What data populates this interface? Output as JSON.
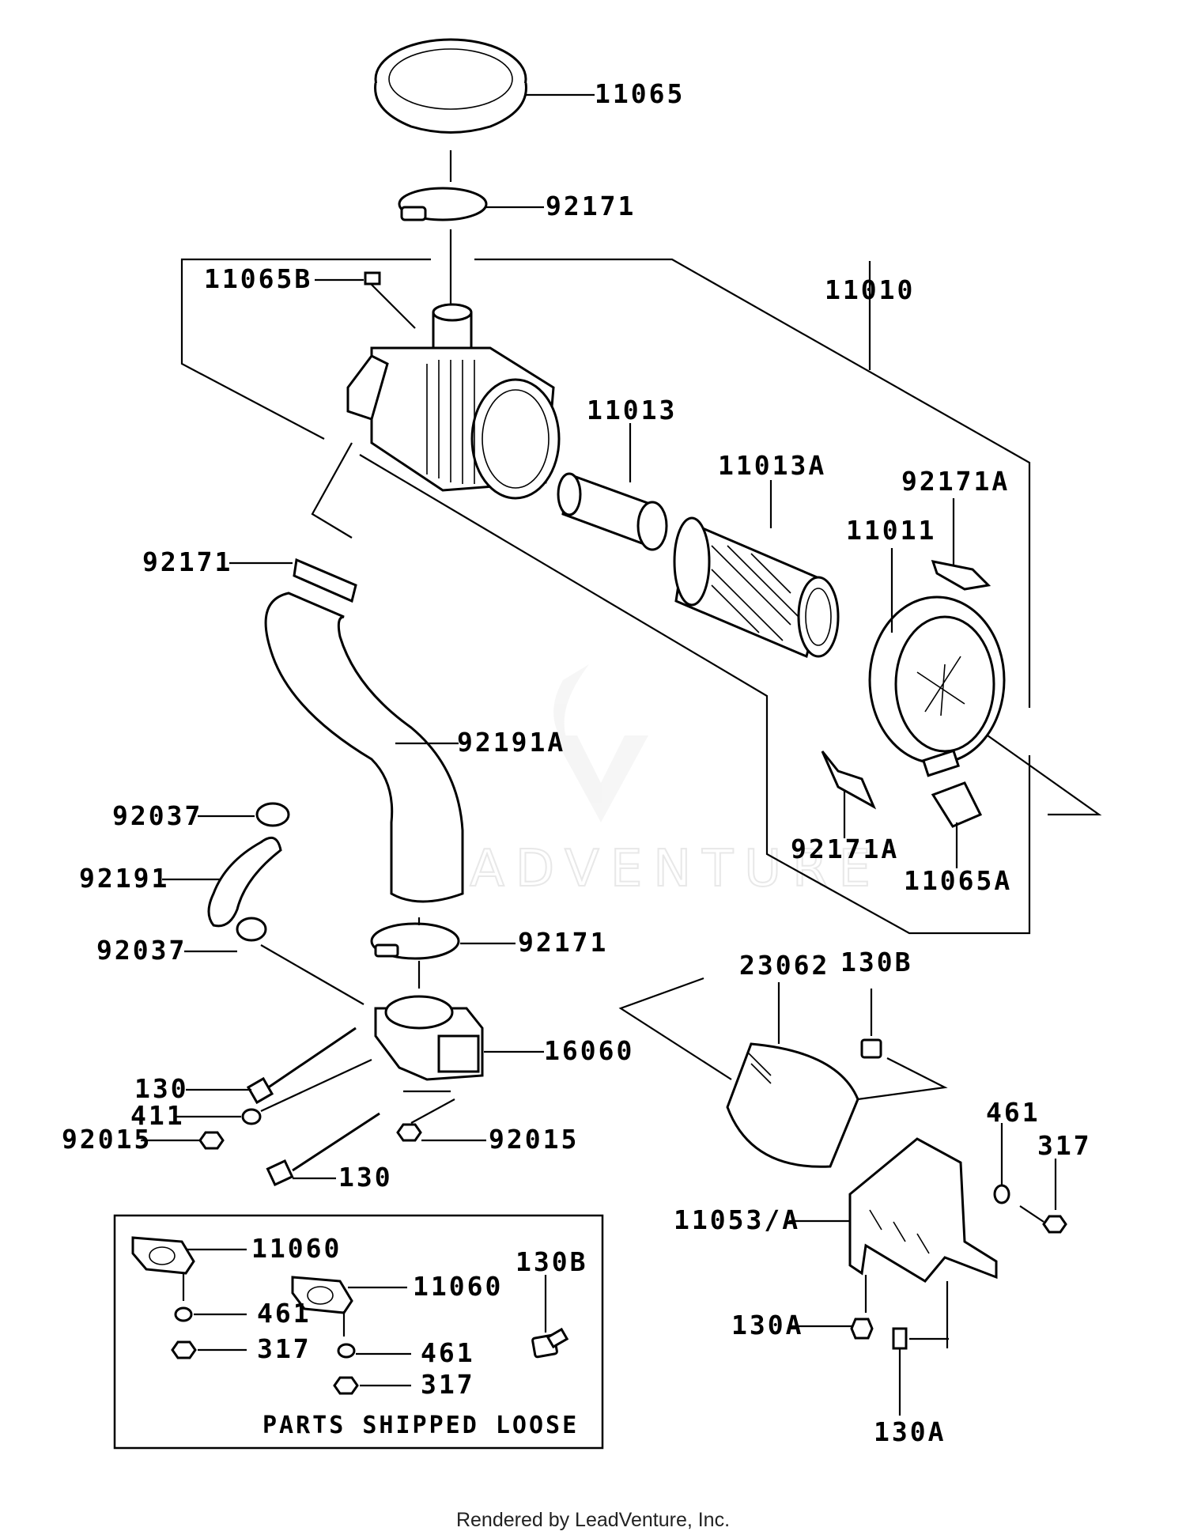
{
  "labels": {
    "p11065": "11065",
    "p92171_top": "92171",
    "p11065B": "11065B",
    "p11010": "11010",
    "p11013": "11013",
    "p11013A": "11013A",
    "p92171A_top": "92171A",
    "p11011": "11011",
    "p92171_left": "92171",
    "p92191A": "92191A",
    "p92037_top": "92037",
    "p92191": "92191",
    "p92037_bottom": "92037",
    "p92171_mid": "92171",
    "p92171A_bottom": "92171A",
    "p11065A": "11065A",
    "p23062": "23062",
    "p130B": "130B",
    "p16060": "16060",
    "p130_upper": "130",
    "p411": "411",
    "p92015_left": "92015",
    "p92015_right": "92015",
    "p130_lower": "130",
    "p461_right": "461",
    "p317_right": "317",
    "p11053A": "11053/A",
    "p130A_left": "130A",
    "p130A_bottom": "130A"
  },
  "loose_box": {
    "p11060_a": "11060",
    "p11060_b": "11060",
    "p461_a": "461",
    "p461_b": "461",
    "p317_a": "317",
    "p317_b": "317",
    "p130B": "130B",
    "caption": "PARTS SHIPPED LOOSE"
  },
  "watermark": "LEADVENTURE",
  "footer": "Rendered by LeadVenture, Inc."
}
